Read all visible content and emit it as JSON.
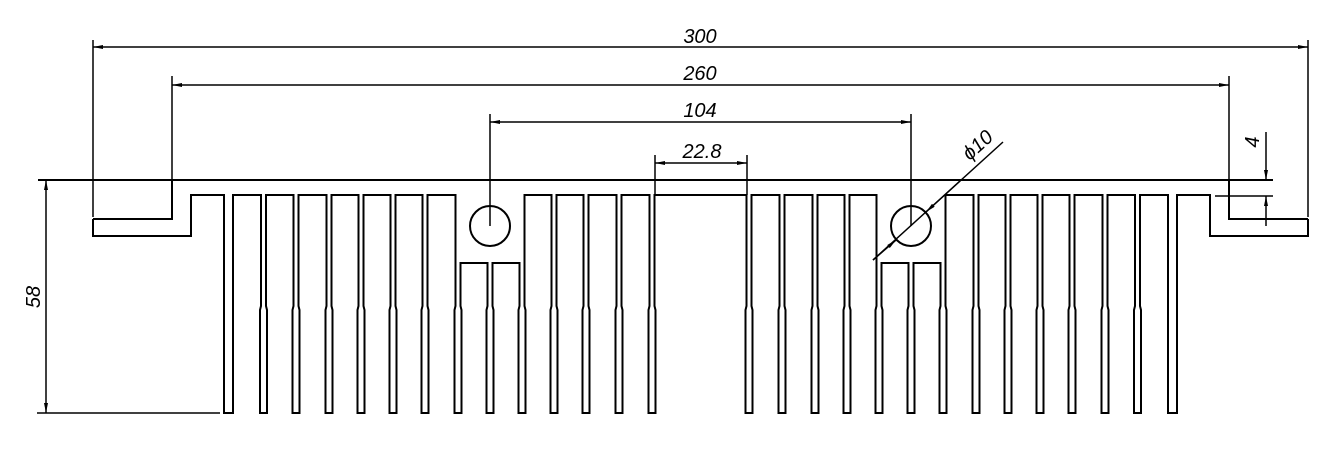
{
  "drawing": {
    "type": "heatsink-profile-cross-section",
    "line_color": "#000000",
    "background": "#ffffff"
  },
  "dimensions": {
    "overall_width": "300",
    "base_width": "260",
    "hole_spacing": "104",
    "center_gap": "22.8",
    "hole_diameter": "ϕ10",
    "flange_thickness": "4",
    "overall_height": "58"
  }
}
